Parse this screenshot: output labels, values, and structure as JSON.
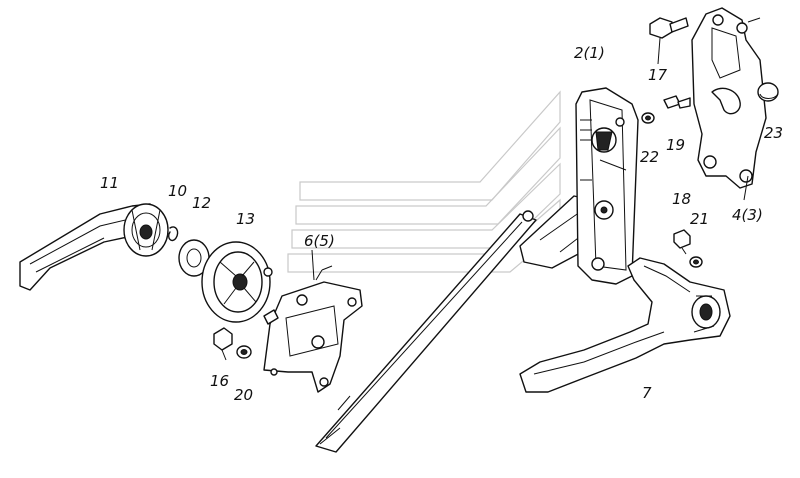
{
  "labels": {
    "p11": "11",
    "p10": "10",
    "p12": "12",
    "p13": "13",
    "p6": "6(5)",
    "p16": "16",
    "p20": "20",
    "p2": "2(1)",
    "p17": "17",
    "p22": "22",
    "p19": "19",
    "p23": "23",
    "p4": "4(3)",
    "p18": "18",
    "p21": "21",
    "p7": "7"
  }
}
